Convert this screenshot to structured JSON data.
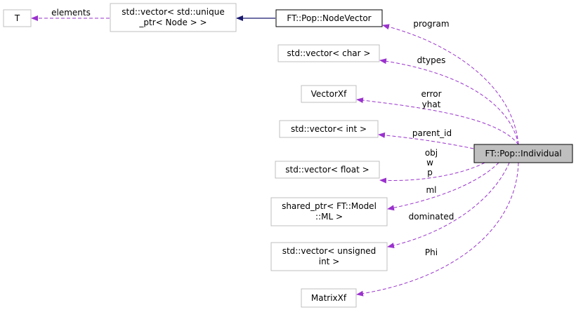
{
  "nodes": {
    "t": "T",
    "vector_unique_ptr": [
      "std::vector< std::unique",
      "_ptr< Node > >"
    ],
    "node_vector": "FT::Pop::NodeVector",
    "vector_char": "std::vector< char >",
    "vector_xf": "VectorXf",
    "vector_int": "std::vector< int >",
    "individual": "FT::Pop::Individual",
    "vector_float": "std::vector< float >",
    "shared_ptr_ml": [
      "shared_ptr< FT::Model",
      "::ML >"
    ],
    "vector_unsigned": [
      "std::vector< unsigned",
      "int >"
    ],
    "matrix_xf": "MatrixXf"
  },
  "edges": {
    "elements": "elements",
    "program": "program",
    "dtypes": "dtypes",
    "error_yhat": [
      "error",
      "yhat"
    ],
    "parent_id": "parent_id",
    "obj_w_p": [
      "obj",
      "w",
      "p"
    ],
    "ml": "ml",
    "dominated": "dominated",
    "phi": "Phi"
  },
  "colors": {
    "member_edge": "#9a32cd",
    "inheritance_edge": "#191970",
    "focus_fill": "#bfbfbf",
    "node_border": "#bfbfbf"
  }
}
